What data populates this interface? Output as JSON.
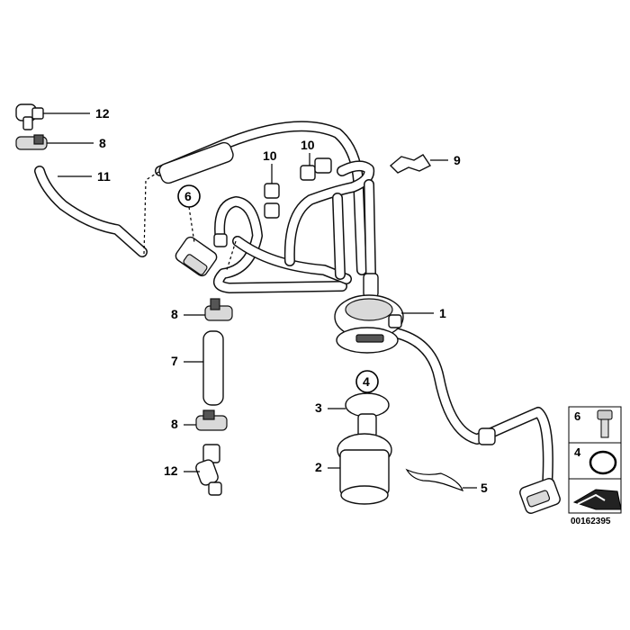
{
  "callouts": {
    "c1": "1",
    "c2": "2",
    "c3": "3",
    "c4": "4",
    "c5": "5",
    "c6": "6",
    "c7": "7",
    "c8a": "8",
    "c8b": "8",
    "c8c": "8",
    "c9": "9",
    "c10a": "10",
    "c10b": "10",
    "c11": "11",
    "c12a": "12",
    "c12b": "12"
  },
  "legend": {
    "item_a": "6",
    "item_b": "4"
  },
  "reference": "00162395"
}
